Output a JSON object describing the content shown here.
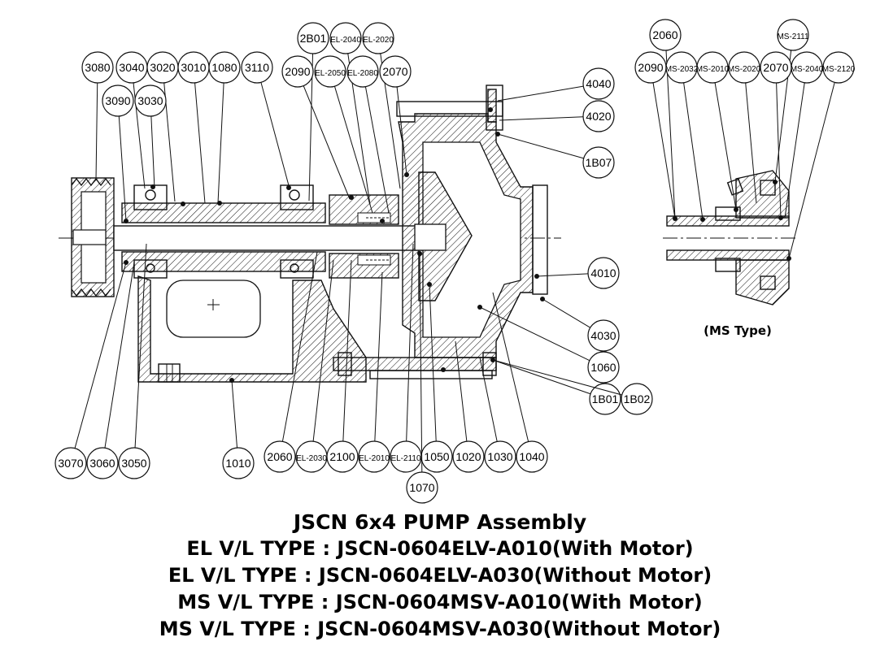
{
  "caption": {
    "title": "JSCN 6x4 PUMP Assembly",
    "lines": [
      "EL V/L TYPE : JSCN-0604ELV-A010(With Motor)",
      "EL V/L TYPE : JSCN-0604ELV-A030(Without Motor)",
      "MS V/L TYPE : JSCN-0604MSV-A010(With Motor)",
      "MS V/L TYPE : JSCN-0604MSV-A030(Without Motor)"
    ]
  },
  "ms_type_label": "(MS Type)",
  "callouts": [
    {
      "id": "3080",
      "label": "3080"
    },
    {
      "id": "3040",
      "label": "3040"
    },
    {
      "id": "3020",
      "label": "3020"
    },
    {
      "id": "3010",
      "label": "3010"
    },
    {
      "id": "1080",
      "label": "1080"
    },
    {
      "id": "3110",
      "label": "3110"
    },
    {
      "id": "3090",
      "label": "3090"
    },
    {
      "id": "3030",
      "label": "3030"
    },
    {
      "id": "2B01",
      "label": "2B01"
    },
    {
      "id": "EL-2040",
      "label": "EL-2040"
    },
    {
      "id": "EL-2020",
      "label": "EL-2020"
    },
    {
      "id": "2090",
      "label": "2090"
    },
    {
      "id": "EL-2050",
      "label": "EL-2050"
    },
    {
      "id": "EL-2080",
      "label": "EL-2080"
    },
    {
      "id": "2070",
      "label": "2070"
    },
    {
      "id": "4040",
      "label": "4040"
    },
    {
      "id": "4020",
      "label": "4020"
    },
    {
      "id": "1B07",
      "label": "1B07"
    },
    {
      "id": "4010",
      "label": "4010"
    },
    {
      "id": "4030",
      "label": "4030"
    },
    {
      "id": "1060",
      "label": "1060"
    },
    {
      "id": "1B01",
      "label": "1B01"
    },
    {
      "id": "1B02",
      "label": "1B02"
    },
    {
      "id": "3070",
      "label": "3070"
    },
    {
      "id": "3060",
      "label": "3060"
    },
    {
      "id": "3050",
      "label": "3050"
    },
    {
      "id": "1010",
      "label": "1010"
    },
    {
      "id": "2060",
      "label": "2060"
    },
    {
      "id": "EL-2030",
      "label": "EL-2030"
    },
    {
      "id": "2100",
      "label": "2100"
    },
    {
      "id": "EL-2010",
      "label": "EL-2010"
    },
    {
      "id": "EL-2110",
      "label": "EL-2110"
    },
    {
      "id": "1050",
      "label": "1050"
    },
    {
      "id": "1020",
      "label": "1020"
    },
    {
      "id": "1030",
      "label": "1030"
    },
    {
      "id": "1040",
      "label": "1040"
    },
    {
      "id": "1070",
      "label": "1070"
    },
    {
      "id": "MS-2060",
      "label": "2060"
    },
    {
      "id": "MS-2111",
      "label": "MS-2111"
    },
    {
      "id": "MS-2090",
      "label": "2090"
    },
    {
      "id": "MS-2032",
      "label": "MS-2032"
    },
    {
      "id": "MS-2010",
      "label": "MS-2010"
    },
    {
      "id": "MS-2020",
      "label": "MS-2020"
    },
    {
      "id": "MS-2070",
      "label": "2070"
    },
    {
      "id": "MS-2040",
      "label": "MS-2040"
    },
    {
      "id": "MS-2120",
      "label": "MS-2120"
    }
  ]
}
